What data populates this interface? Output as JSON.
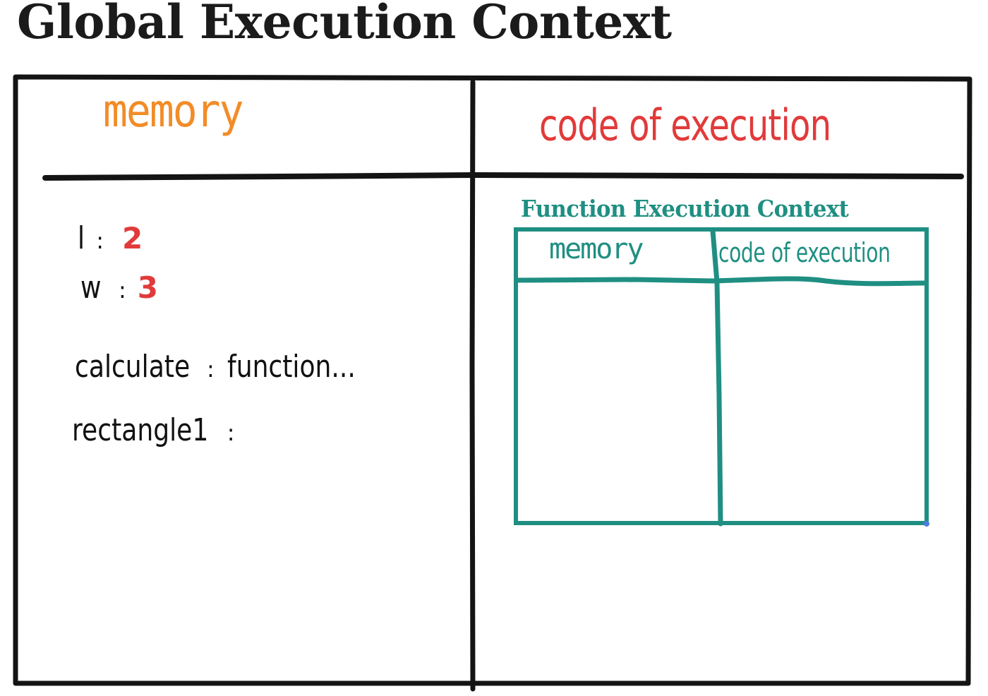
{
  "title": "Global Execution Context",
  "global": {
    "memory_heading": "memory",
    "code_heading": "code of execution",
    "memory_entries": [
      {
        "name": "l",
        "separator": ":",
        "value": "2"
      },
      {
        "name": "w",
        "separator": ":",
        "value": "3"
      },
      {
        "name": "calculate",
        "separator": ":",
        "value": "function..."
      },
      {
        "name": "rectangle1",
        "separator": ":",
        "value": ""
      }
    ]
  },
  "function_context": {
    "title": "Function Execution Context",
    "memory_heading": "memory",
    "code_heading": "code of execution"
  },
  "colors": {
    "ink": "#111111",
    "memory_heading": "#f28c28",
    "code_heading": "#e23a3a",
    "value": "#e23a3a",
    "function_context": "#1f8f82"
  }
}
